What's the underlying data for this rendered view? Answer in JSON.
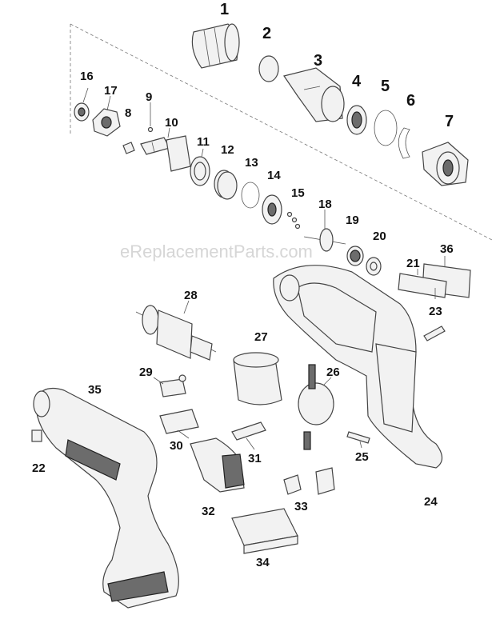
{
  "watermark": "eReplacementParts.com",
  "part_numbers": [
    "1",
    "2",
    "3",
    "4",
    "5",
    "6",
    "7",
    "16",
    "17",
    "8",
    "9",
    "10",
    "11",
    "12",
    "13",
    "14",
    "15",
    "18",
    "19",
    "20",
    "21",
    "36",
    "23",
    "28",
    "27",
    "26",
    "29",
    "35",
    "30",
    "31",
    "25",
    "22",
    "32",
    "33",
    "34",
    "24"
  ]
}
